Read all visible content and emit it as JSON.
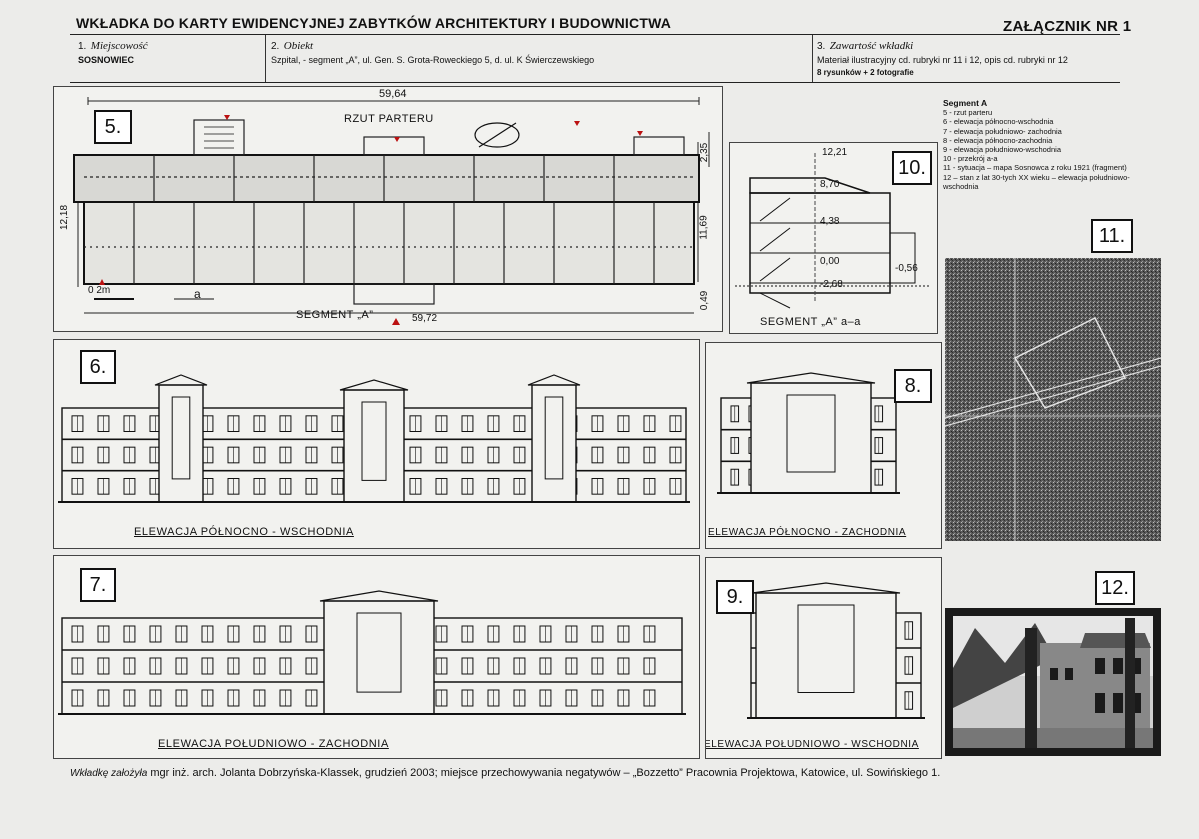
{
  "header": {
    "title": "WKŁADKA DO KARTY EWIDENCYJNEJ ZABYTKÓW ARCHITEKTURY I BUDOWNICTWA",
    "annex": "ZAŁĄCZNIK NR 1",
    "col1": {
      "num": "1.",
      "label": "Miejscowość",
      "value": "SOSNOWIEC"
    },
    "col2": {
      "num": "2.",
      "label": "Obiekt",
      "value": "Szpital, - segment „A”, ul. Gen. S. Grota-Roweckiego 5, d. ul. K Świerczewskiego"
    },
    "col3": {
      "num": "3.",
      "label": "Zawartość wkładki",
      "value": "Materiał ilustracyjny cd. rubryki nr 11 i 12, opis cd. rubryki nr 12",
      "value2": "8 rysunków + 2 fotografie"
    }
  },
  "drawings": {
    "d5": {
      "num": "5.",
      "caption": "SEGMENT „A”",
      "plan_label": "RZUT PARTERU",
      "dim_top": "59,64",
      "dim_bottom": "59,72",
      "dim_left": "12,18",
      "dim_right1": "11,69",
      "dim_right2": "2,35",
      "dim_right3": "0,49",
      "scale": "0   2m",
      "section_mark": "a"
    },
    "d10": {
      "num": "10.",
      "caption": "SEGMENT „A” a–a",
      "levels": [
        "12,21",
        "8,70",
        "4,38",
        "0,00",
        "-2,68",
        "-0,56"
      ]
    },
    "d6": {
      "num": "6.",
      "caption": "ELEWACJA  PÓŁNOCNO - WSCHODNIA"
    },
    "d8": {
      "num": "8.",
      "caption": "ELEWACJA  PÓŁNOCNO - ZACHODNIA"
    },
    "d7": {
      "num": "7.",
      "caption": "ELEWACJA  POŁUDNIOWO - ZACHODNIA"
    },
    "d9": {
      "num": "9.",
      "caption": "ELEWACJA  POŁUDNIOWO - WSCHODNIA"
    },
    "p11": {
      "num": "11."
    },
    "p12": {
      "num": "12."
    }
  },
  "legend": {
    "title": "Segment A",
    "items": [
      "5 - rzut parteru",
      "6 - elewacja północno-wschodnia",
      "7 - elewacja południowo- zachodnia",
      "8 - elewacja północno-zachodnia",
      "9 - elewacja południowo-wschodnia",
      "10 - przekrój a-a",
      "11 - sytuacja – mapa Sosnowca z roku 1921 (fragment)",
      "12 – stan z lat 30-tych XX wieku – elewacja południowo-wschodnia"
    ]
  },
  "footer": {
    "prefix": "Wkładkę założyła",
    "text": " mgr inż. arch. Jolanta Dobrzyńska-Klassek, grudzień 2003; miejsce przechowywania negatywów – „Bozzetto” Pracownia  Projektowa, Katowice, ul. Sowińskiego 1."
  }
}
